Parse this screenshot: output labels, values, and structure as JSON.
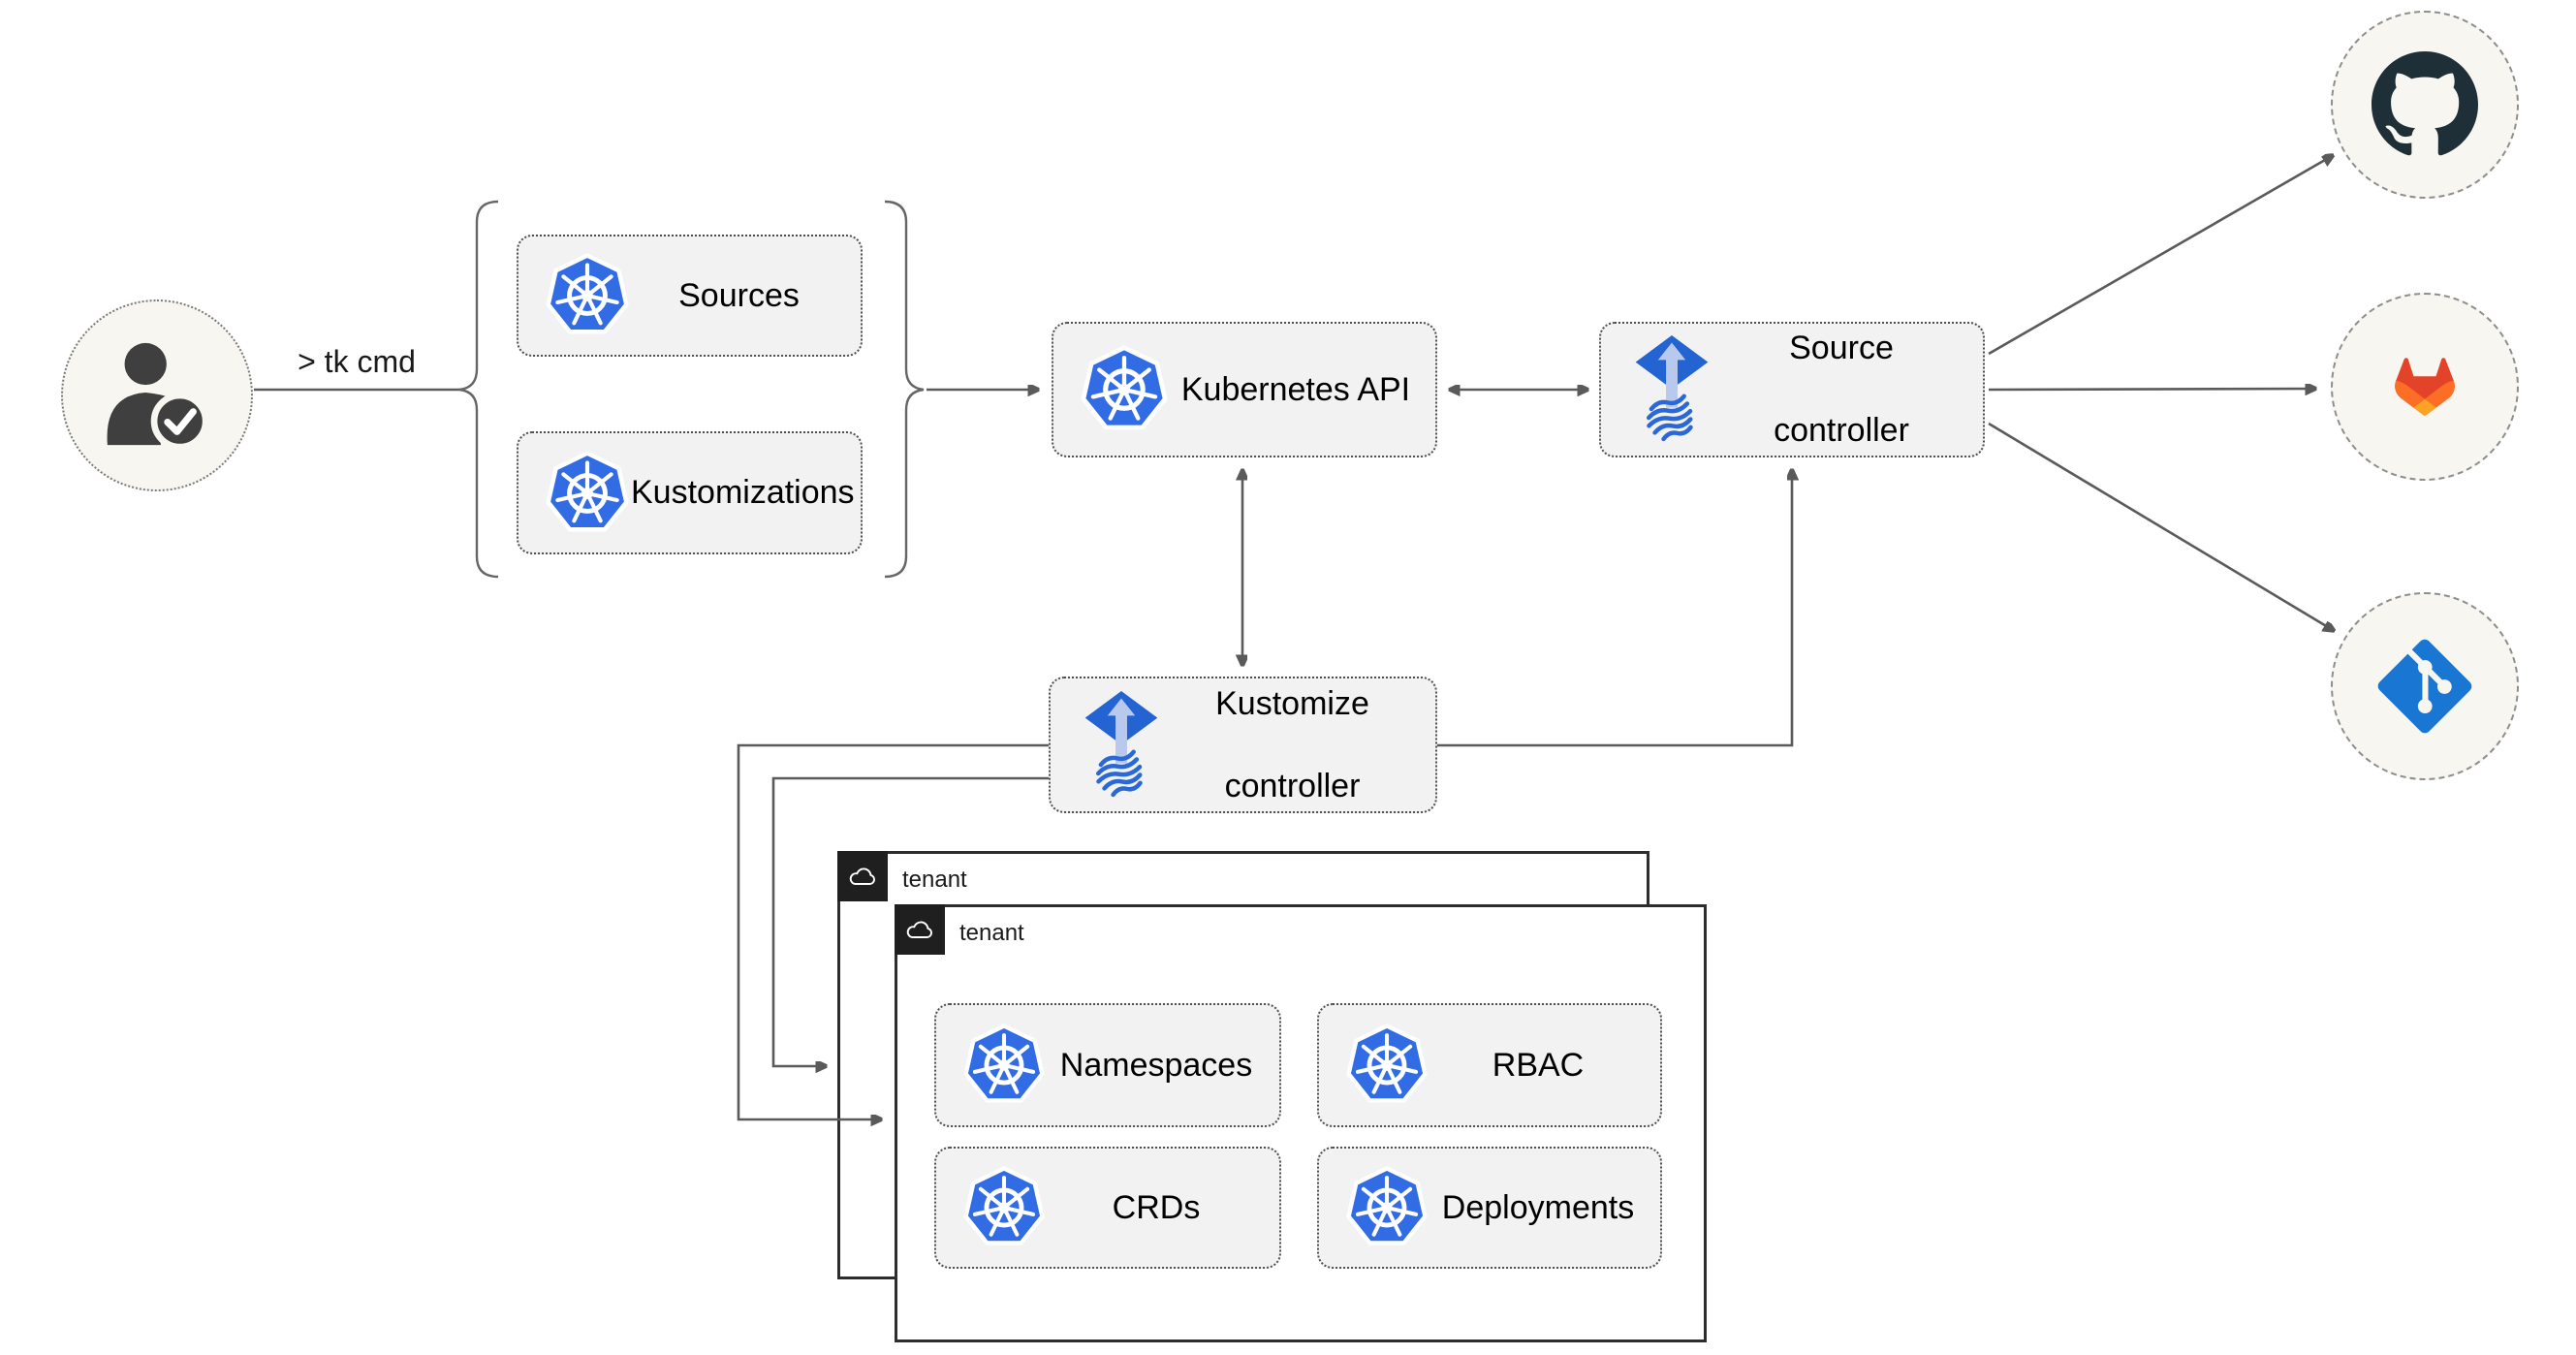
{
  "diagram": {
    "title_implicit": "Flux GitOps toolkit architecture",
    "colors": {
      "background": "#ffffff",
      "node_fill": "#f2f2f2",
      "node_border": "#4f4f4f",
      "arrow": "#5a5a5a",
      "circle_fill": "#f8f6f1",
      "tenant_border": "#2d2d2d",
      "tenant_tab": "#1f1f1f",
      "kubernetes_blue": "#326ce5",
      "flux_blue": "#2363d2",
      "flux_arrow_light": "#b9c9ee",
      "github_dark": "#1f2f38",
      "gitlab_red": "#e24329",
      "gitlab_orange": "#fc6d26",
      "gitlab_light_orange": "#fca326",
      "git_blue": "#1976d2",
      "person_gray": "#3f3f3f"
    }
  },
  "user": {
    "icon": "user-check-icon",
    "command_label": "> tk cmd"
  },
  "crd_group": {
    "sources": {
      "label": "Sources",
      "icon": "kubernetes-icon"
    },
    "kustomizations": {
      "label": "Kustomizations",
      "icon": "kubernetes-icon"
    }
  },
  "nodes": {
    "kubernetes_api": {
      "label": "Kubernetes API",
      "icon": "kubernetes-icon"
    },
    "source_controller": {
      "label_line1": "Source",
      "label_line2": "controller",
      "icon": "flux-icon"
    },
    "kustomize_controller": {
      "label_line1": "Kustomize",
      "label_line2": "controller",
      "icon": "flux-icon"
    }
  },
  "providers": {
    "github": {
      "icon": "github-icon"
    },
    "gitlab": {
      "icon": "gitlab-icon"
    },
    "git": {
      "icon": "git-icon"
    }
  },
  "tenants": {
    "back": {
      "label": "tenant",
      "icon": "cloud-icon"
    },
    "front": {
      "label": "tenant",
      "icon": "cloud-icon",
      "resources": {
        "namespaces": {
          "label": "Namespaces",
          "icon": "kubernetes-icon"
        },
        "rbac": {
          "label": "RBAC",
          "icon": "kubernetes-icon"
        },
        "crds": {
          "label": "CRDs",
          "icon": "kubernetes-icon"
        },
        "deployments": {
          "label": "Deployments",
          "icon": "kubernetes-icon"
        }
      }
    }
  }
}
